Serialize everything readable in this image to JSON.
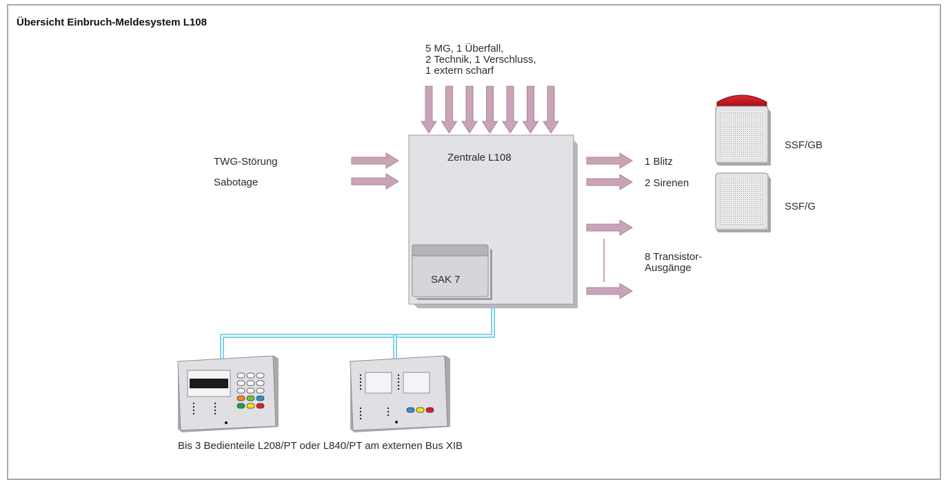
{
  "title": "Übersicht Einbruch-Meldesystem L108",
  "inputs_top": [
    "5 MG, 1 Überfall,",
    "2 Technik, 1 Verschluss,",
    "1 extern scharf"
  ],
  "inputs_left": [
    "TWG-Störung",
    "Sabotage"
  ],
  "central": {
    "label": "Zentrale L108",
    "module": "SAK 7"
  },
  "outputs": {
    "blitz": "1 Blitz",
    "sirenen": "2 Sirenen",
    "transistor": [
      "8 Transistor-",
      "Ausgänge"
    ]
  },
  "devices": {
    "ssf_gb": "SSF/GB",
    "ssf_g": "SSF/G"
  },
  "caption": "Bis 3 Bedienteile L208/PT oder L840/PT am externen Bus XIB",
  "colors": {
    "arrow": "#c9a3b6",
    "box": "#e2e2e6",
    "bus": "#7fd0ec",
    "siren_red": "#c0121c"
  }
}
